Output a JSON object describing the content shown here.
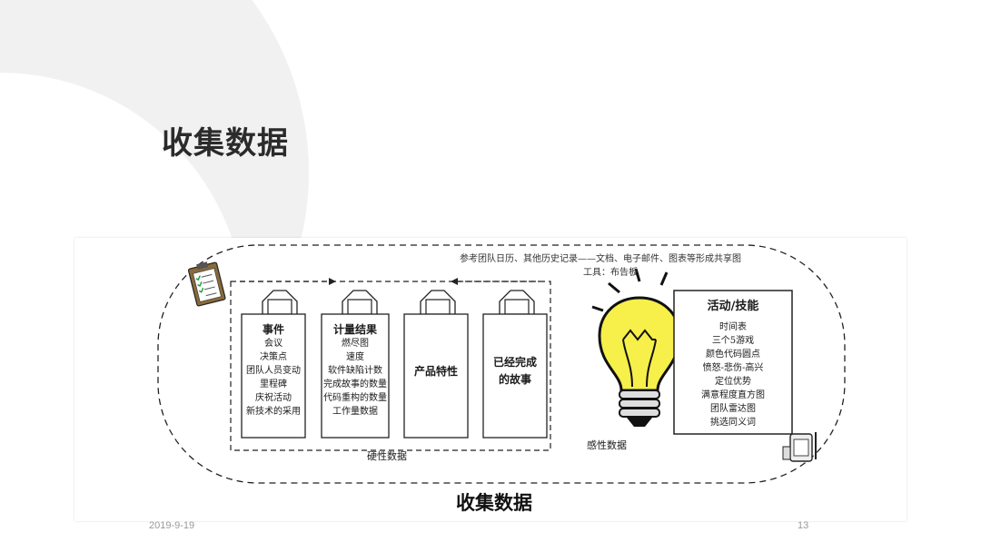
{
  "slide": {
    "title": "收集数据",
    "date": "2019-9-19",
    "page_number": "13"
  },
  "figure": {
    "note_line1": "参考团队日历、其他历史记录——文档、电子邮件、图表等形成共享图",
    "note_line2": "工具：布告板",
    "bags": [
      {
        "title": "事件",
        "items": [
          "会议",
          "决策点",
          "团队人员变动",
          "里程碑",
          "庆祝活动",
          "新技术的采用"
        ]
      },
      {
        "title": "计量结果",
        "items": [
          "燃尽图",
          "速度",
          "软件缺陷计数",
          "完成故事的数量",
          "代码重构的数量",
          "工作量数据"
        ]
      },
      {
        "title": "产品特性",
        "items": []
      },
      {
        "title": "已经完成的故事",
        "title_lines": [
          "已经完成",
          "的故事"
        ],
        "items": []
      }
    ],
    "hard_data_label": "硬性数据",
    "soft_data_label": "感性数据",
    "activity_box": {
      "title": "活动/技能",
      "items": [
        "时间表",
        "三个5游戏",
        "颜色代码圆点",
        "愤怒-悲伤-高兴",
        "定位优势",
        "满意程度直方图",
        "团队雷达图",
        "挑选同义词"
      ]
    },
    "caption": "收集数据",
    "icons": [
      "clipboard-checklist-icon",
      "lightbulb-icon",
      "tablet-pen-icon"
    ]
  }
}
